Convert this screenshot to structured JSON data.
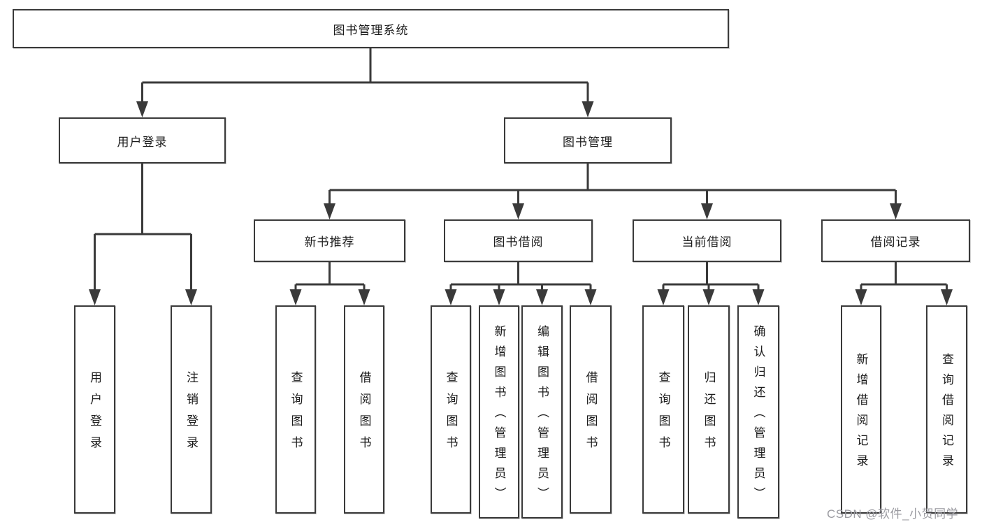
{
  "diagram": {
    "title_node": {
      "label": "图书管理系统"
    },
    "level1": [
      {
        "label": "用户登录"
      },
      {
        "label": "图书管理"
      }
    ],
    "level2": [
      {
        "label": "新书推荐",
        "parent": "图书管理"
      },
      {
        "label": "图书借阅",
        "parent": "图书管理"
      },
      {
        "label": "当前借阅",
        "parent": "图书管理"
      },
      {
        "label": "借阅记录",
        "parent": "图书管理"
      }
    ],
    "leaves": [
      {
        "label": "用户登录",
        "parent": "用户登录"
      },
      {
        "label": "注销登录",
        "parent": "用户登录"
      },
      {
        "label": "查询图书",
        "parent": "新书推荐"
      },
      {
        "label": "借阅图书",
        "parent": "新书推荐"
      },
      {
        "label": "查询图书",
        "parent": "图书借阅"
      },
      {
        "label": "新增图书（管理员）",
        "parent": "图书借阅"
      },
      {
        "label": "编辑图书（管理员）",
        "parent": "图书借阅"
      },
      {
        "label": "借阅图书",
        "parent": "图书借阅"
      },
      {
        "label": "查询图书",
        "parent": "当前借阅"
      },
      {
        "label": "归还图书",
        "parent": "当前借阅"
      },
      {
        "label": "确认归还（管理员）",
        "parent": "当前借阅"
      },
      {
        "label": "新增借阅记录",
        "parent": "借阅记录"
      },
      {
        "label": "查询借阅记录",
        "parent": "借阅记录"
      }
    ],
    "watermark": "CSDN @软件_小贺同学",
    "colors": {
      "line": "#3a3a3a",
      "text": "#1c1c1c",
      "watermark": "#9b9ba1",
      "background": "#ffffff"
    }
  }
}
